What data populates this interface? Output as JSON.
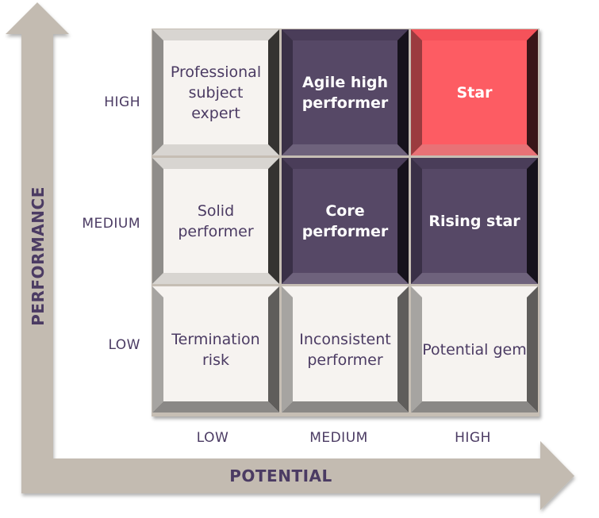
{
  "diagram": {
    "type": "nine-box-grid",
    "y_axis": {
      "title": "PERFORMANCE",
      "levels": [
        "HIGH",
        "MEDIUM",
        "LOW"
      ]
    },
    "x_axis": {
      "title": "POTENTIAL",
      "levels": [
        "LOW",
        "MEDIUM",
        "HIGH"
      ]
    },
    "cells": [
      {
        "label": "Professional subject expert",
        "performance": "HIGH",
        "potential": "LOW",
        "style": "light"
      },
      {
        "label": "Agile high performer",
        "performance": "HIGH",
        "potential": "MEDIUM",
        "style": "purple"
      },
      {
        "label": "Star",
        "performance": "HIGH",
        "potential": "HIGH",
        "style": "red"
      },
      {
        "label": "Solid performer",
        "performance": "MEDIUM",
        "potential": "LOW",
        "style": "light"
      },
      {
        "label": "Core performer",
        "performance": "MEDIUM",
        "potential": "MEDIUM",
        "style": "purple"
      },
      {
        "label": "Rising star",
        "performance": "MEDIUM",
        "potential": "HIGH",
        "style": "purple"
      },
      {
        "label": "Termination risk",
        "performance": "LOW",
        "potential": "LOW",
        "style": "light-low"
      },
      {
        "label": "Inconsistent performer",
        "performance": "LOW",
        "potential": "MEDIUM",
        "style": "light-low"
      },
      {
        "label": "Potential gem",
        "performance": "LOW",
        "potential": "HIGH",
        "style": "light-low"
      }
    ]
  },
  "colors": {
    "arrow": "#c3bbb1",
    "text": "#4b3b63",
    "light_face": "#f6f3f0",
    "purple_face": "#564866",
    "red_face": "#fd5c63"
  }
}
